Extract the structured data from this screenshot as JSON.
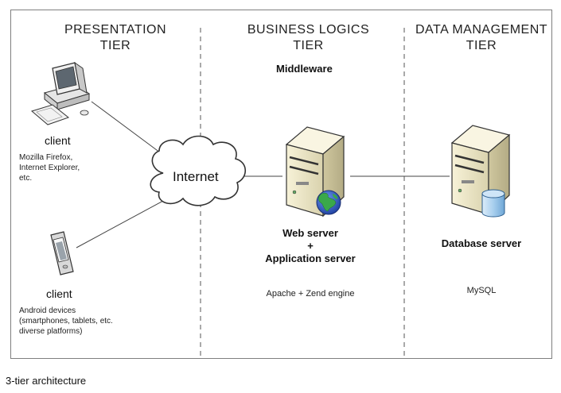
{
  "tiers": {
    "presentation": {
      "line1": "PRESENTATION",
      "line2": "TIER"
    },
    "business": {
      "line1": "BUSINESS LOGICS",
      "line2": "TIER"
    },
    "data": {
      "line1": "DATA MANAGEMENT",
      "line2": "TIER"
    }
  },
  "middleware": "Middleware",
  "internet": "Internet",
  "client_desktop": {
    "title": "client",
    "details": [
      "Mozilla Firefox,",
      "Internet Explorer,",
      "etc."
    ]
  },
  "client_mobile": {
    "title": "client",
    "details": [
      "Android devices",
      "(smartphones, tablets, etc.",
      "diverse platforms)"
    ]
  },
  "web_server": {
    "line1": "Web server",
    "line2": "+",
    "line3": "Application server",
    "tech": "Apache + Zend engine"
  },
  "db_server": {
    "label": "Database server",
    "tech": "MySQL"
  },
  "caption": "3-tier architecture",
  "colors": {
    "frame": "#7f7f7f",
    "server_body": "#efe9c8",
    "db_cylinder": "#a8cfee",
    "globe_water": "#2e5fc9",
    "globe_land": "#3aa84a"
  }
}
